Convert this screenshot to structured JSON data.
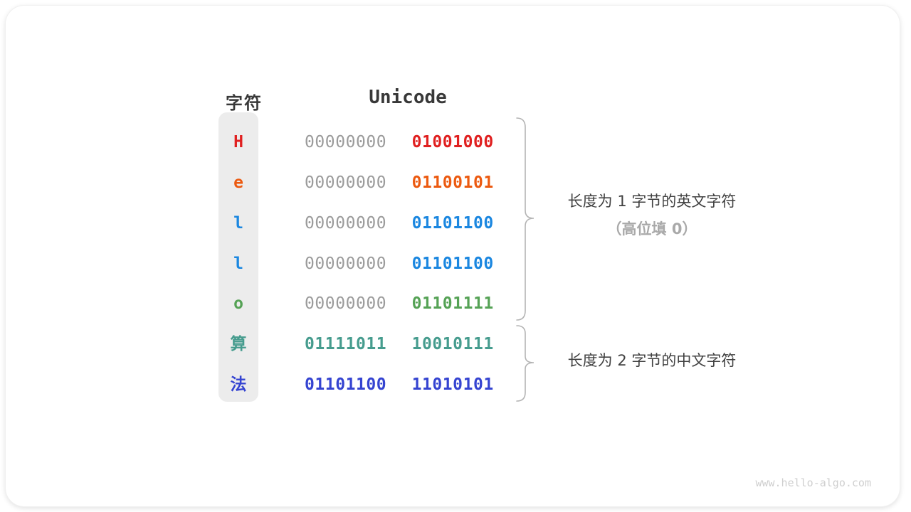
{
  "table": {
    "headers": {
      "char": "字符",
      "unicode": "Unicode"
    },
    "rows": [
      {
        "char": "H",
        "byte1": "00000000",
        "byte2": "01001000",
        "color": "#e02020",
        "padded": true
      },
      {
        "char": "e",
        "byte1": "00000000",
        "byte2": "01100101",
        "color": "#ec5a10",
        "padded": true
      },
      {
        "char": "l",
        "byte1": "00000000",
        "byte2": "01101100",
        "color": "#1b87e0",
        "padded": true
      },
      {
        "char": "l",
        "byte1": "00000000",
        "byte2": "01101100",
        "color": "#1b87e0",
        "padded": true
      },
      {
        "char": "o",
        "byte1": "00000000",
        "byte2": "01101111",
        "color": "#55a255",
        "padded": true
      },
      {
        "char": "算",
        "byte1": "01111011",
        "byte2": "10010111",
        "color": "#469c8e",
        "padded": false
      },
      {
        "char": "法",
        "byte1": "01101100",
        "byte2": "11010101",
        "color": "#3544d1",
        "padded": false
      }
    ]
  },
  "annotations": {
    "english": {
      "line1": "长度为 1 字节的英文字符",
      "line2": "（高位填 0）"
    },
    "chinese": {
      "line1": "长度为 2 字节的中文字符"
    }
  },
  "watermark": "www.hello-algo.com",
  "colors": {
    "padding_byte": "#9b9b9b",
    "brace": "#b4b4b4",
    "char_column_bg": "#ececec",
    "header_text": "#383838",
    "label_text": "#414141",
    "label_muted": "#a9a9a9",
    "watermark": "#cfcfcf"
  }
}
